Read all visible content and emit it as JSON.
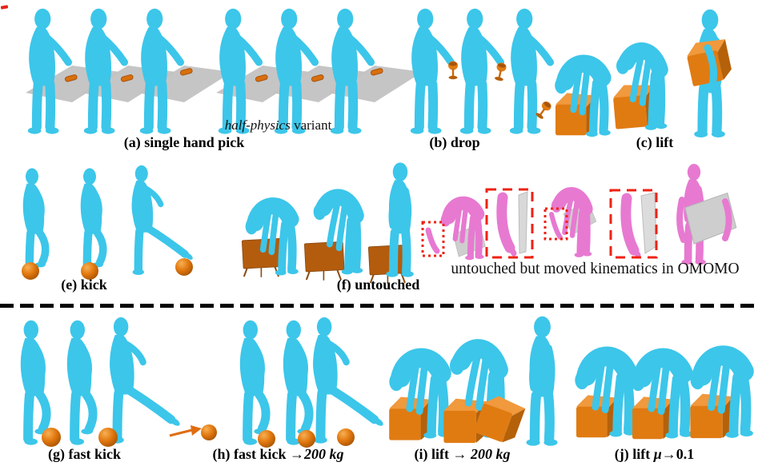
{
  "figure_title": "qualitative results of physics-based human-object interactions",
  "colors": {
    "human_cyan": "#3cc6ea",
    "human_pink": "#e779d1",
    "object_orange": "#e07b12",
    "object_orange_light": "#f0993d",
    "object_orange_dark": "#b5610a",
    "plane_gray": "#c2c2c2",
    "board_gray": "#cecece",
    "highlight_red": "#ee2211",
    "separator_black": "#000000"
  },
  "captions": {
    "a": "(a) single hand pick",
    "b": "(b) drop",
    "c": "(c) lift",
    "e": "(e) kick",
    "f": "(f) untouched",
    "g": "(g) fast kick",
    "h": {
      "prefix": "(h) fast kick ",
      "arrow": "→",
      "value": "200 kg"
    },
    "i": {
      "prefix": "(i) lift ",
      "arrow": "→ ",
      "value": "200 kg"
    },
    "j": {
      "prefix": "(j) lift ",
      "mu": "μ",
      "arrow": "→",
      "value": "0.1"
    }
  },
  "notes": {
    "a_variant_italic": "half-physics",
    "a_variant_rest": " variant",
    "omomo": "untouched but moved kinematics in OMOMO"
  }
}
